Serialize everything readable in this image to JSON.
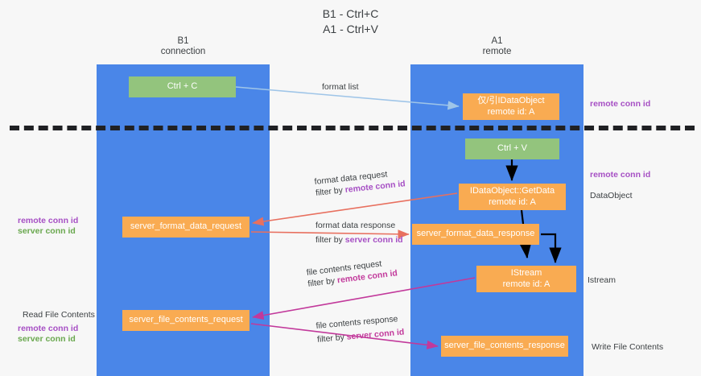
{
  "title": {
    "line1": "B1 - Ctrl+C",
    "line2": "A1 - Ctrl+V"
  },
  "lanes": [
    {
      "id": "b1",
      "name": "B1",
      "role": "connection",
      "color": "#4a86e8"
    },
    {
      "id": "a1",
      "name": "A1",
      "role": "remote",
      "color": "#4a86e8"
    }
  ],
  "nodes": {
    "ctrl_c": {
      "line1": "Ctrl + C",
      "line2": "",
      "color": "#93c47d"
    },
    "idataobject_top": {
      "line1": "仅/引IDataObject",
      "line2": "remote id: A",
      "color": "#f9ab52"
    },
    "ctrl_v": {
      "line1": "Ctrl + V",
      "line2": "",
      "color": "#93c47d"
    },
    "getdata": {
      "line1": "IDataObject::GetData",
      "line2": "remote id: A",
      "color": "#f9ab52"
    },
    "server_format_data_request": {
      "line1": "server_format_data_request",
      "line2": "",
      "color": "#f9ab52"
    },
    "server_format_data_response": {
      "line1": "server_format_data_response",
      "line2": "",
      "color": "#f9ab52"
    },
    "istream": {
      "line1": "IStream",
      "line2": "remote id: A",
      "color": "#f9ab52"
    },
    "server_file_contents_request": {
      "line1": "server_file_contents_request",
      "line2": "",
      "color": "#f9ab52"
    },
    "server_file_contents_response": {
      "line1": "server_file_contents_response",
      "line2": "",
      "color": "#f9ab52"
    }
  },
  "edge_labels": {
    "format_list": "format list",
    "format_data_request": "format data request",
    "format_data_request_filter_prefix": "filter by ",
    "format_data_request_filter_key": "remote conn id",
    "format_data_response": "format data response",
    "format_data_response_filter_prefix": "filter by ",
    "format_data_response_filter_key": "server conn id",
    "file_contents_request": "file contents request",
    "file_contents_request_filter_prefix": "filter by ",
    "file_contents_request_filter_key": "remote conn id",
    "file_contents_response": "file contents response",
    "file_contents_response_filter_prefix": "filter by ",
    "file_contents_response_filter_key": "server conn id"
  },
  "annotations": {
    "right_remote_conn_id_top": "remote conn id",
    "right_remote_conn_id_mid": "remote conn id",
    "right_dataobject": "DataObject",
    "right_istream": "Istream",
    "right_write_file_contents": "Write File Contents",
    "left_remote_conn_id_mid": "remote conn id",
    "left_server_conn_id_mid": "server conn id",
    "left_read_file_contents": "Read File Contents",
    "left_remote_conn_id_low": "remote conn id",
    "left_server_conn_id_low": "server conn id"
  },
  "colors": {
    "lane": "#4a86e8",
    "green_node": "#93c47d",
    "orange_node": "#f9ab52",
    "purple_text": "#a64fc4",
    "green_text": "#6aa84f",
    "pink_text": "#c2399b",
    "red_arrow": "#e8705f",
    "blue_arrow": "#9fc5e8",
    "magenta_arrow": "#c2399b",
    "black_arrow": "#000000",
    "background": "#f7f7f7",
    "separator": "#202124"
  }
}
